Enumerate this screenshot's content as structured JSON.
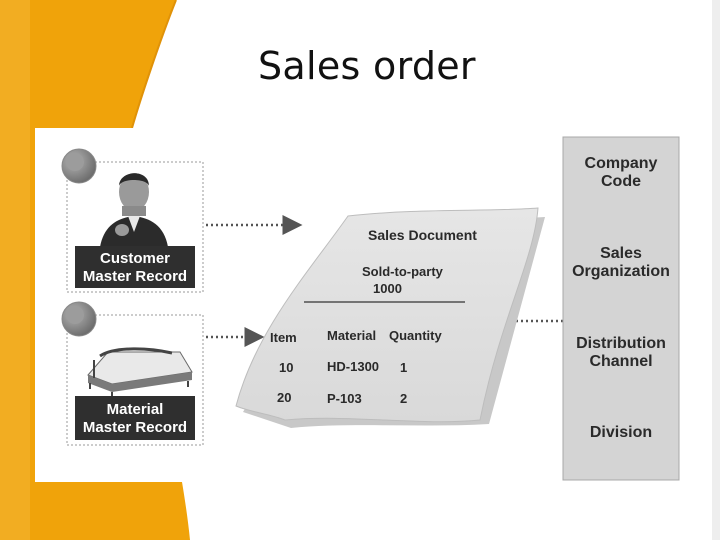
{
  "slide": {
    "title": "Sales order"
  },
  "diagram": {
    "customer_label_line1": "Customer",
    "customer_label_line2": "Master Record",
    "material_label_line1": "Material",
    "material_label_line2": "Master Record",
    "document": {
      "title": "Sales Document",
      "sold_to_label": "Sold-to-party",
      "sold_to_value": "1000",
      "columns": [
        "Item",
        "Material",
        "Quantity"
      ],
      "rows": [
        {
          "item": "10",
          "material": "HD-1300",
          "quantity": "1"
        },
        {
          "item": "20",
          "material": "P-103",
          "quantity": "2"
        }
      ]
    },
    "org_units": [
      {
        "line1": "Company",
        "line2": "Code"
      },
      {
        "line1": "Sales",
        "line2": "Organization"
      },
      {
        "line1": "Distribution",
        "line2": "Channel"
      },
      {
        "line1": "Division",
        "line2": ""
      }
    ]
  },
  "colors": {
    "accent": "#f0a30a",
    "label_bg": "#2f2f2f",
    "panel": "#d4d4d4"
  }
}
